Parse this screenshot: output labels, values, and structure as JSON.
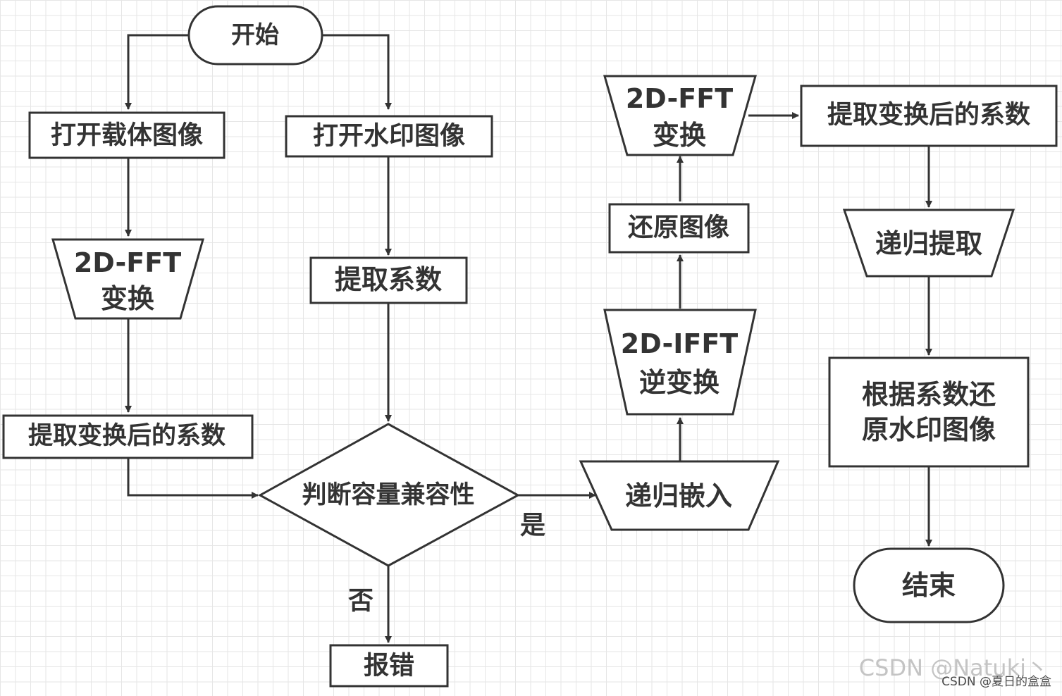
{
  "nodes": {
    "start": "开始",
    "open_cover": "打开载体图像",
    "open_watermark": "打开水印图像",
    "fft_left_1": "2D-FFT",
    "fft_left_2": "变换",
    "extract_coeff": "提取系数",
    "extract_transformed_left": "提取变换后的系数",
    "judge_capacity": "判断容量兼容性",
    "error": "报错",
    "recursive_embed": "递归嵌入",
    "ifft_1": "2D-IFFT",
    "ifft_2": "逆变换",
    "restore_image": "还原图像",
    "fft_right_1": "2D-FFT",
    "fft_right_2": "变换",
    "extract_transformed_right": "提取变换后的系数",
    "recursive_extract": "递归提取",
    "restore_watermark_1": "根据系数还",
    "restore_watermark_2": "原水印图像",
    "end": "结束"
  },
  "edge_labels": {
    "yes": "是",
    "no": "否"
  },
  "watermark": {
    "main": "CSDN @Natuki丶",
    "sub": "CSDN @夏日的盒盒"
  }
}
